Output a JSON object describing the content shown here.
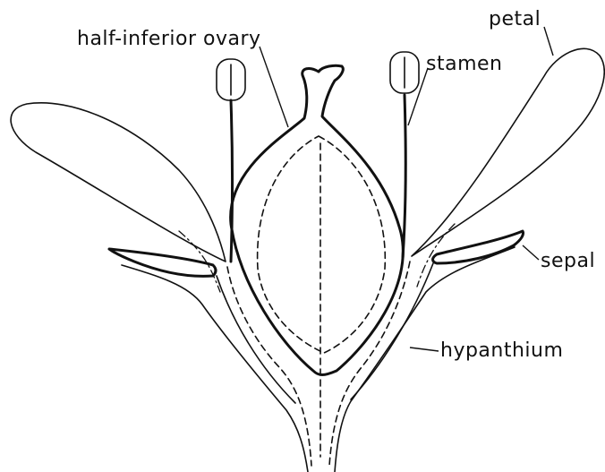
{
  "labels": {
    "ovary": "half-inferior ovary",
    "stamen": "stamen",
    "petal": "petal",
    "sepal": "sepal",
    "hypanthium": "hypanthium"
  }
}
